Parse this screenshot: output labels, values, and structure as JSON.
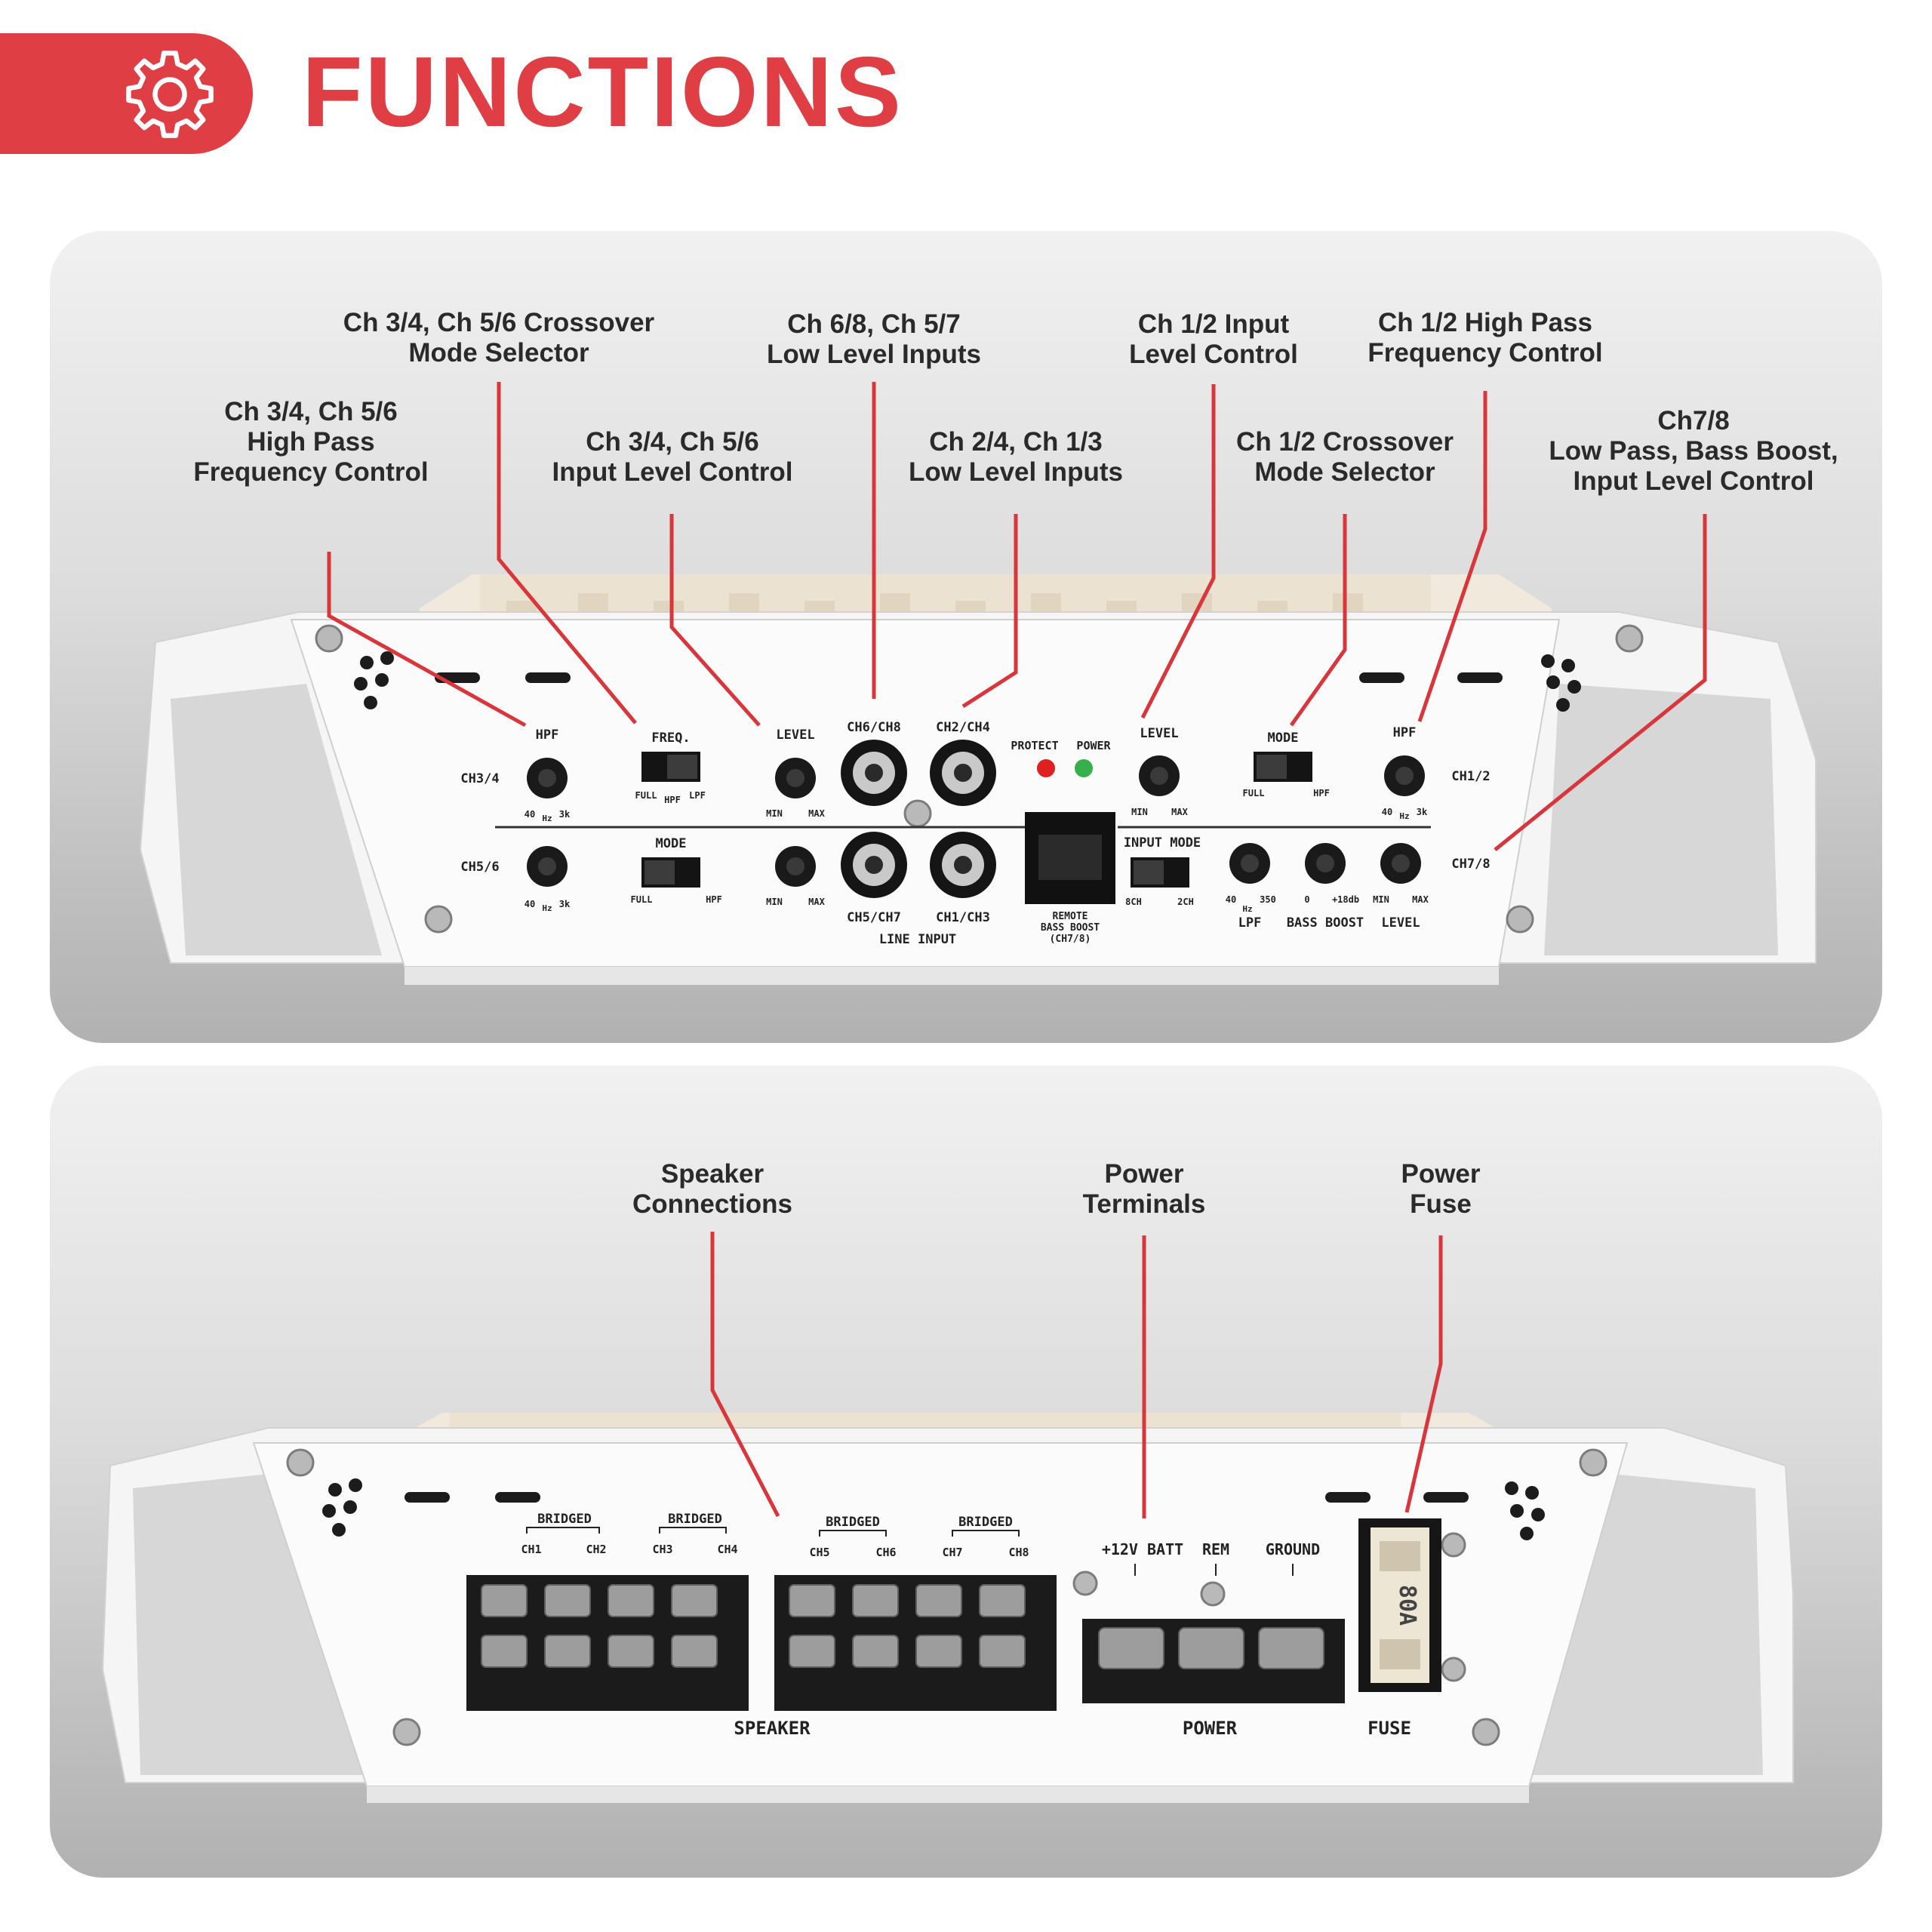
{
  "header": {
    "title": "FUNCTIONS",
    "accent_color": "#df3f44",
    "icon": "gear-icon"
  },
  "top_panel": {
    "callouts": [
      {
        "id": "ch34-ch56-hpf",
        "text": "Ch 3/4, Ch 5/6\nHigh Pass\nFrequency Control"
      },
      {
        "id": "ch34-ch56-crossover",
        "text": "Ch 3/4, Ch 5/6 Crossover\nMode Selector"
      },
      {
        "id": "ch34-ch56-level",
        "text": "Ch 3/4, Ch 5/6\nInput Level Control"
      },
      {
        "id": "ch68-ch57-inputs",
        "text": "Ch 6/8, Ch 5/7\nLow Level Inputs"
      },
      {
        "id": "ch24-ch13-inputs",
        "text": "Ch 2/4, Ch 1/3\nLow Level Inputs"
      },
      {
        "id": "ch12-input-level",
        "text": "Ch 1/2 Input\nLevel Control"
      },
      {
        "id": "ch12-crossover",
        "text": "Ch 1/2 Crossover\nMode Selector"
      },
      {
        "id": "ch12-hpf",
        "text": "Ch 1/2 High Pass\nFrequency Control"
      },
      {
        "id": "ch78-controls",
        "text": "Ch7/8\nLow Pass, Bass Boost,\nInput Level Control"
      }
    ],
    "device_labels": {
      "hpf": "HPF",
      "ch34": "CH3/4",
      "ch56": "CH5/6",
      "ch12": "CH1/2",
      "ch78": "CH7/8",
      "freq": "FREQ.",
      "mode": "MODE",
      "level": "LEVEL",
      "full": "FULL",
      "hpf_small": "HPF",
      "lpf_small": "LPF",
      "hz40": "40",
      "hz": "Hz",
      "hz3k": "3k",
      "min": "MIN",
      "max": "MAX",
      "ch6ch8": "CH6/CH8",
      "ch2ch4": "CH2/CH4",
      "ch5ch7": "CH5/CH7",
      "ch1ch3": "CH1/CH3",
      "line_input": "LINE INPUT",
      "protect": "PROTECT",
      "power": "POWER",
      "remote": "REMOTE",
      "bass_boost_ch78": "BASS BOOST",
      "ch78_paren": "(CH7/8)",
      "input_mode": "INPUT MODE",
      "ch8": "8CH",
      "ch2": "2CH",
      "lpf": "LPF",
      "hz350": "350",
      "bass_boost": "BASS BOOST",
      "zero": "0",
      "plus18": "+18db"
    }
  },
  "bottom_panel": {
    "callouts": [
      {
        "id": "speaker-connections",
        "text": "Speaker\nConnections"
      },
      {
        "id": "power-terminals",
        "text": "Power\nTerminals"
      },
      {
        "id": "power-fuse",
        "text": "Power\nFuse"
      }
    ],
    "device_labels": {
      "bridged": "BRIDGED",
      "channels": [
        "CH1",
        "CH2",
        "CH3",
        "CH4",
        "CH5",
        "CH6",
        "CH7",
        "CH8"
      ],
      "speaker": "SPEAKER",
      "batt": "+12V BATT",
      "rem": "REM",
      "ground": "GROUND",
      "power": "POWER",
      "fuse": "FUSE",
      "fuse_rating": "80A"
    }
  },
  "colors": {
    "callout_line": "#d9363c",
    "panel_text": "#222222",
    "led_protect": "#e02020",
    "led_power": "#35b04a",
    "fins": "#f1e9dc"
  }
}
